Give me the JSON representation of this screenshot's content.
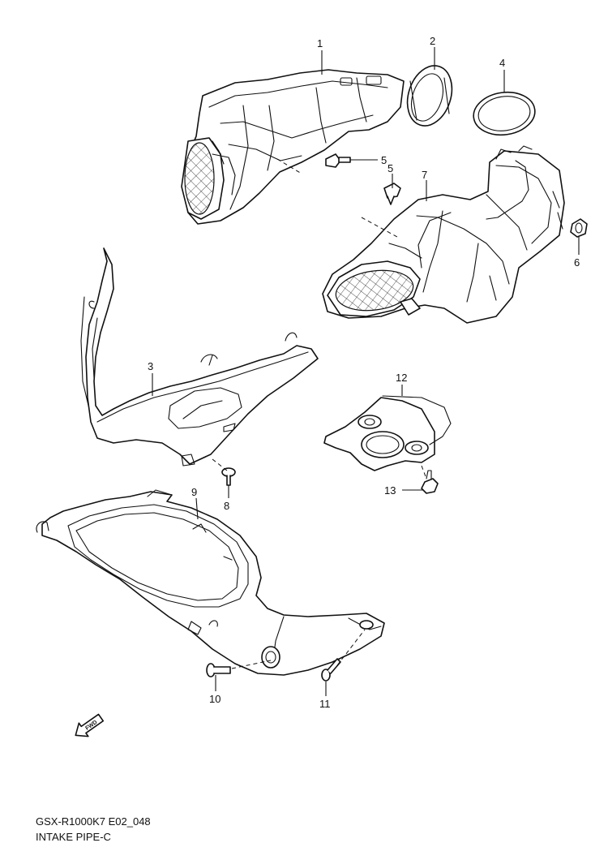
{
  "diagram": {
    "model_code": "GSX-R1000K7 E02_048",
    "title": "INTAKE PIPE-C",
    "direction_label": "FWD",
    "callouts": [
      "1",
      "2",
      "3",
      "4",
      "5",
      "5",
      "6",
      "7",
      "8",
      "9",
      "10",
      "11",
      "12",
      "13"
    ]
  }
}
